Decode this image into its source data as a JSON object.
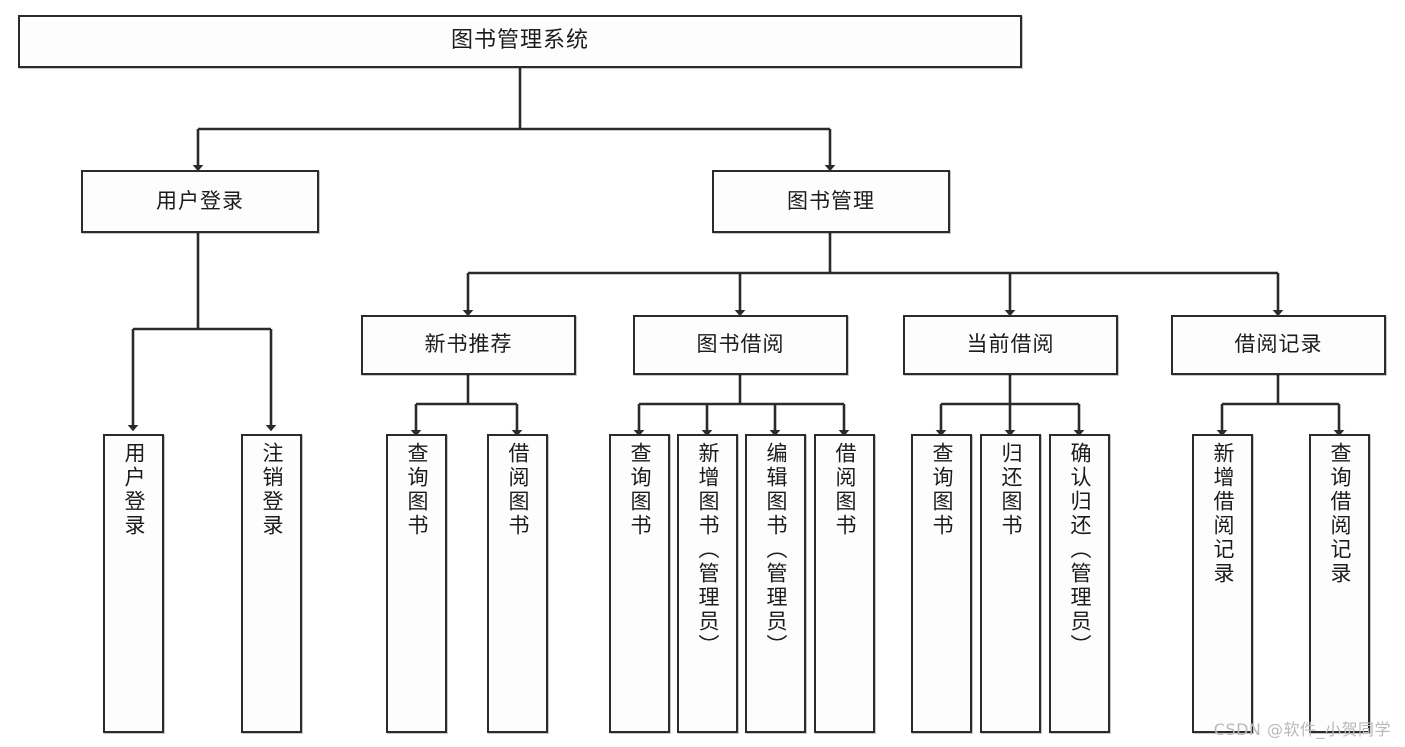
{
  "diagram": {
    "title": "图书管理系统",
    "type": "tree-hierarchy-chart",
    "root": {
      "label": "图书管理系统"
    },
    "level2": [
      {
        "label": "用户登录"
      },
      {
        "label": "图书管理"
      }
    ],
    "level3": [
      {
        "label": "新书推荐"
      },
      {
        "label": "图书借阅"
      },
      {
        "label": "当前借阅"
      },
      {
        "label": "借阅记录"
      }
    ],
    "leaves": {
      "user_login": [
        {
          "label": "用户登录"
        },
        {
          "label": "注销登录"
        }
      ],
      "new_book_recommend": [
        {
          "label": "查询图书"
        },
        {
          "label": "借阅图书"
        }
      ],
      "book_borrow": [
        {
          "label": "查询图书"
        },
        {
          "label": "新增图书（管理员）"
        },
        {
          "label": "编辑图书（管理员）"
        },
        {
          "label": "借阅图书"
        }
      ],
      "current_borrow": [
        {
          "label": "查询图书"
        },
        {
          "label": "归还图书"
        },
        {
          "label": "确认归还（管理员）"
        }
      ],
      "borrow_record": [
        {
          "label": "新增借阅记录"
        },
        {
          "label": "查询借阅记录"
        }
      ]
    }
  },
  "watermark": {
    "text": "CSDN @软件_小贺同学"
  },
  "colors": {
    "line": "#2b2b2b",
    "box_fill": "#fdfdfd",
    "box_border": "#2b2b2b",
    "text": "#1c1c1c",
    "watermark": "#b9b9b9",
    "background": "#ffffff"
  }
}
